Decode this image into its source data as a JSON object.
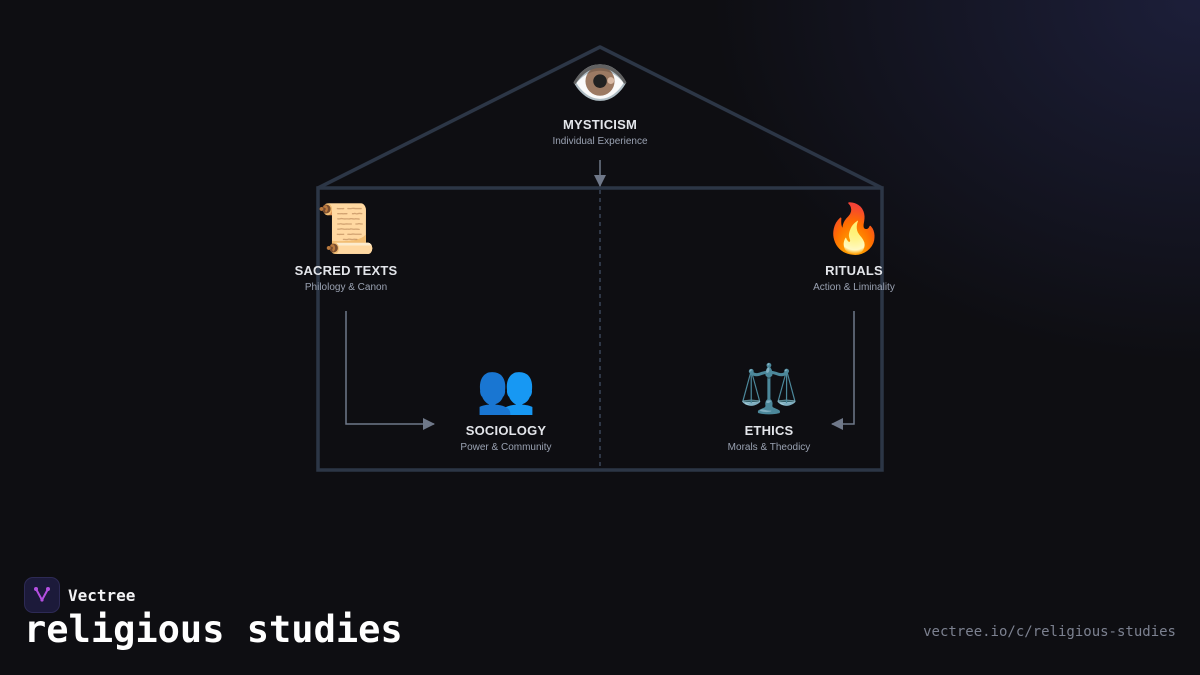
{
  "nodes": {
    "mysticism": {
      "icon": "👁️",
      "icon_name": "eye-icon",
      "title": "MYSTICISM",
      "subtitle": "Individual Experience"
    },
    "sacred_texts": {
      "icon": "📜",
      "icon_name": "scroll-icon",
      "title": "SACRED TEXTS",
      "subtitle": "Philology & Canon"
    },
    "rituals": {
      "icon": "🔥",
      "icon_name": "fire-icon",
      "title": "RITUALS",
      "subtitle": "Action & Liminality"
    },
    "sociology": {
      "icon": "👥",
      "icon_name": "people-icon",
      "title": "SOCIOLOGY",
      "subtitle": "Power & Community"
    },
    "ethics": {
      "icon": "⚖️",
      "icon_name": "scales-icon",
      "title": "ETHICS",
      "subtitle": "Morals & Theodicy"
    }
  },
  "edges": [
    {
      "from": "mysticism",
      "to": "house-interior"
    },
    {
      "from": "sacred_texts",
      "to": "sociology"
    },
    {
      "from": "rituals",
      "to": "ethics"
    }
  ],
  "colors": {
    "house_stroke": "#2c3646",
    "connector": "#6f7889",
    "accent_logo": "#b44fe0"
  },
  "brand": {
    "name": "Vectree",
    "logo_icon": "vectree-logo-icon"
  },
  "footer": {
    "title": "religious studies",
    "url": "vectree.io/c/religious-studies"
  }
}
